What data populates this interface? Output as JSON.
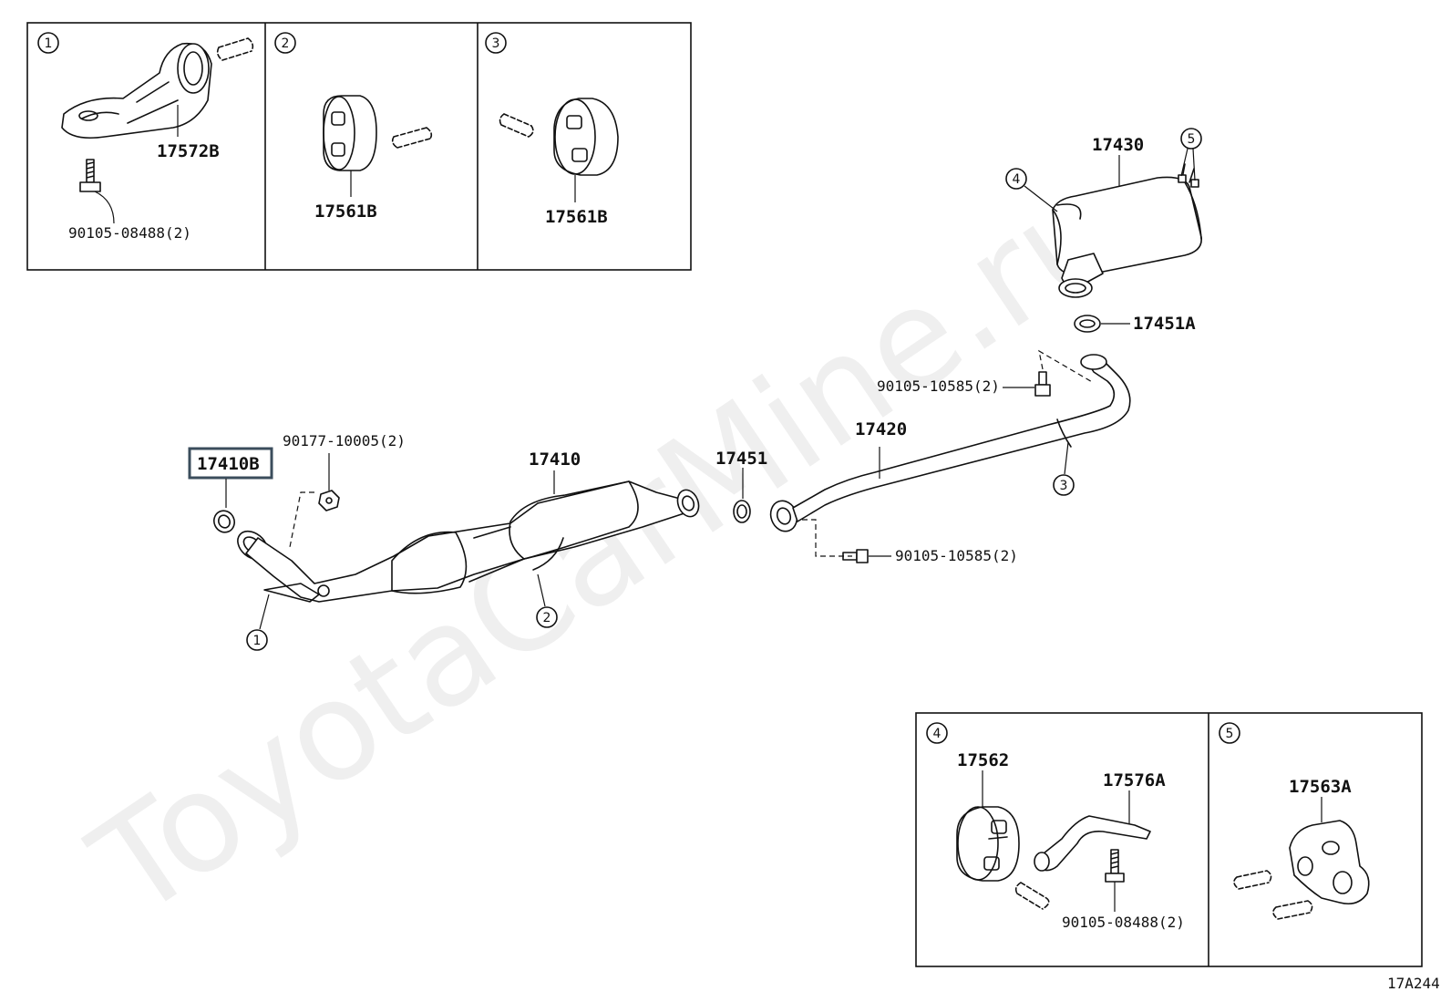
{
  "watermark": "ToyotaCarMine.ru",
  "diagram_code": "17A244",
  "highlighted_part": "17410B",
  "insets": {
    "top_1": {
      "index": "1",
      "part": "17572B",
      "bolt": "90105-08488(2)"
    },
    "top_2": {
      "index": "2",
      "part": "17561B"
    },
    "top_3": {
      "index": "3",
      "part": "17561B"
    },
    "bottom_4": {
      "index": "4",
      "part_a": "17562",
      "part_b": "17576A",
      "bolt": "90105-08488(2)"
    },
    "bottom_5": {
      "index": "5",
      "part": "17563A"
    }
  },
  "main_labels": {
    "p17430": "17430",
    "p17451A": "17451A",
    "bolt_upper": "90105-10585(2)",
    "p17420": "17420",
    "p17451": "17451",
    "p17410": "17410",
    "nut": "90177-10005(2)",
    "bolt_lower": "90105-10585(2)",
    "callout_1": "1",
    "callout_2": "2",
    "callout_3": "3",
    "callout_4": "4",
    "callout_5": "5"
  }
}
